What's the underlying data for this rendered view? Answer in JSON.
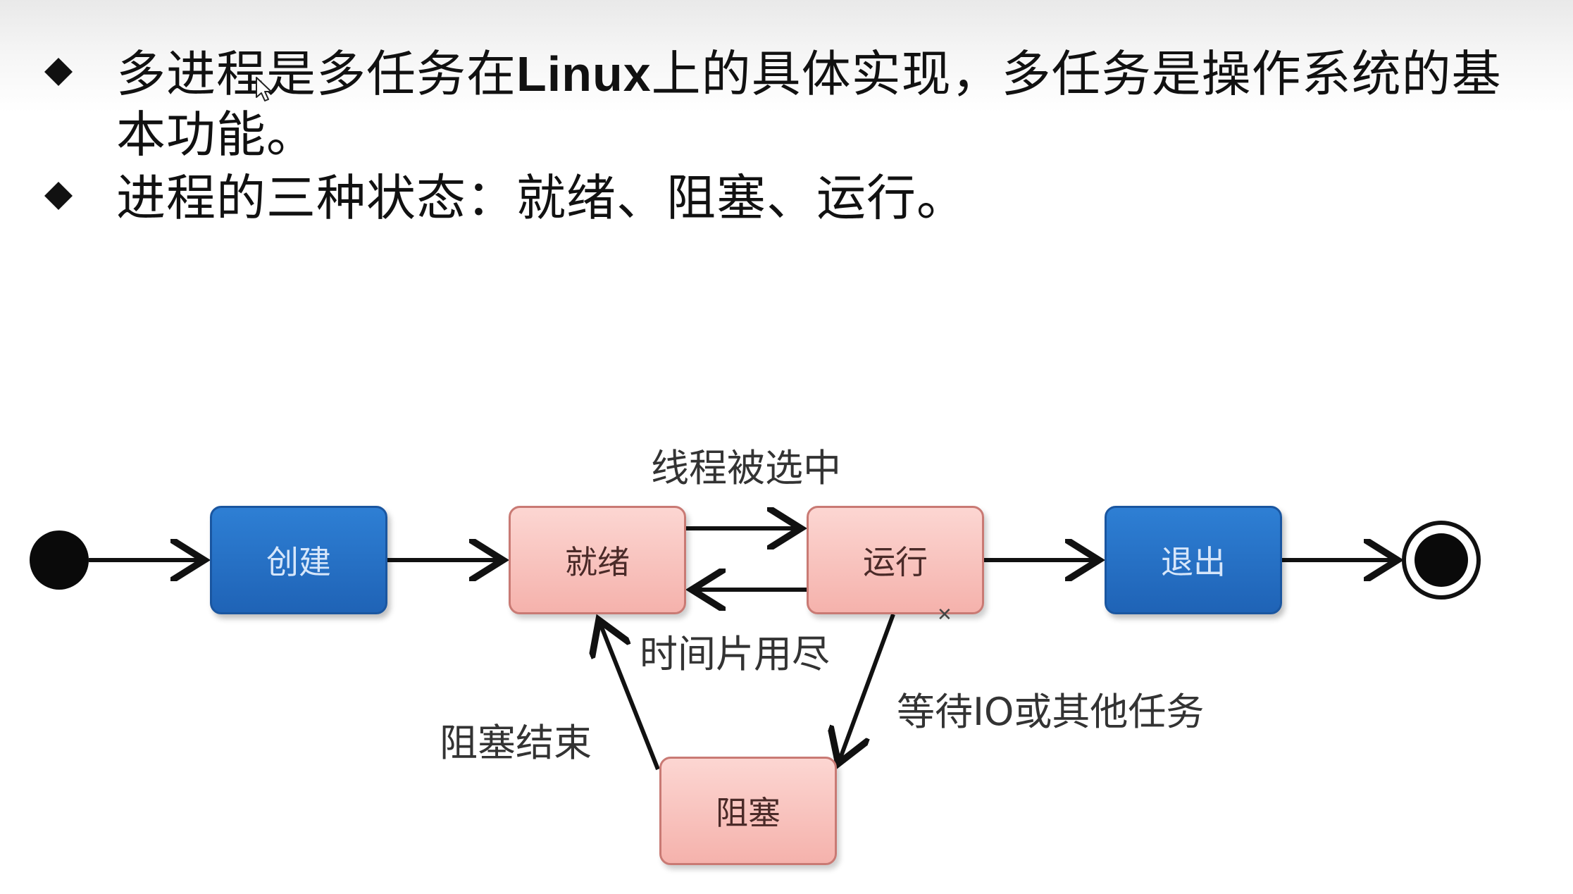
{
  "slide": {
    "bullets": [
      {
        "before": "多进程是多任务在",
        "bold": "Linux",
        "after": "上的具体实现，多任务是操作系统的基本功能。"
      },
      {
        "text": "进程的三种状态：就绪、阻塞、运行。"
      }
    ]
  },
  "diagram": {
    "nodes": {
      "create": "创建",
      "ready": "就绪",
      "running": "运行",
      "exit": "退出",
      "blocked": "阻塞"
    },
    "edge_labels": {
      "selected": "线程被选中",
      "timeslice": "时间片用尽",
      "wait_io": "等待IO或其他任务",
      "unblock": "阻塞结束"
    },
    "colors": {
      "terminal_node": "#1f63b6",
      "state_node": "#f7bfb9",
      "arrow": "#111111"
    }
  }
}
